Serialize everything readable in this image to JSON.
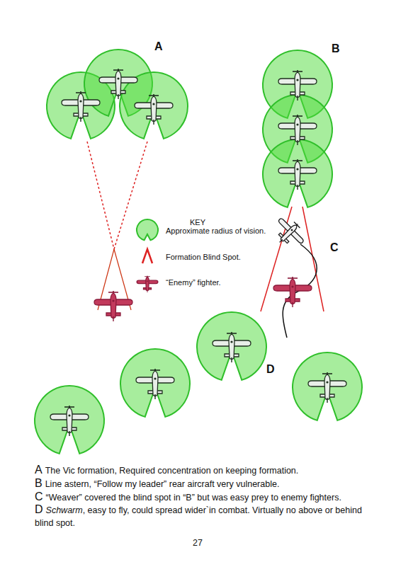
{
  "diagram": {
    "labels": [
      "A",
      "B",
      "C",
      "D",
      "KEY",
      "A",
      "The Vic formation, Required concentration on keeping formation.",
      "B",
      "Line astern, “Follow my leader” rear aircraft very vulnerable.",
      "C",
      "“Weaver” covered the blind spot in “B” but was easy prey to enemy fighters.",
      "D",
      "Schwarm",
      ", easy to fly, could spread wider`in combat. Virtually no above or behind blind spot.",
      "27"
    ],
    "legend": [
      {
        "text": "Approximate radius of vision."
      },
      {
        "text": "Formation Blind Spot."
      },
      {
        "text": "“Enemy” fighter."
      }
    ]
  }
}
